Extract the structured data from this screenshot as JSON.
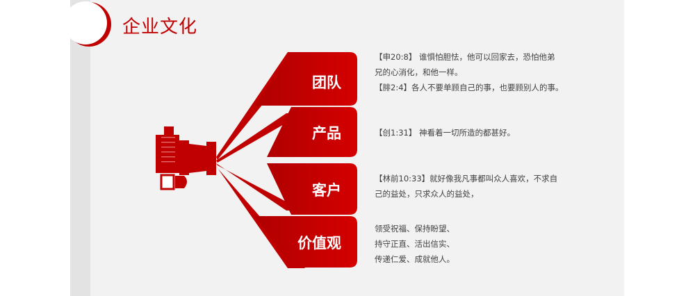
{
  "header": {
    "title": "企业文化"
  },
  "colors": {
    "accent": "#c00000",
    "text": "#404040",
    "background": "#f2f2f2"
  },
  "icons": {
    "title_mark": "crescent-mark-icon",
    "diagram": "camera-projector-icon"
  },
  "categories": [
    {
      "label": "团队",
      "lines": [
        "【申20:8】 谁惧怕胆怯，他可以回家去，恐怕他弟",
        "兄的心消化，和他一样。",
        "【腓2:4】各人不要单顾自己的事，也要顾别人的事。"
      ]
    },
    {
      "label": "产品",
      "lines": [
        "【创1:31】   神看着一切所造的都甚好。"
      ]
    },
    {
      "label": "客户",
      "lines": [
        "【林前10:33】就好像我凡事都叫众人喜欢，不求自",
        "己的益处，只求众人的益处，"
      ]
    },
    {
      "label": "价值观",
      "lines": [
        "领受祝福、保持盼望、",
        "持守正直、活出信实、",
        "传递仁爱、成就他人。"
      ]
    }
  ]
}
